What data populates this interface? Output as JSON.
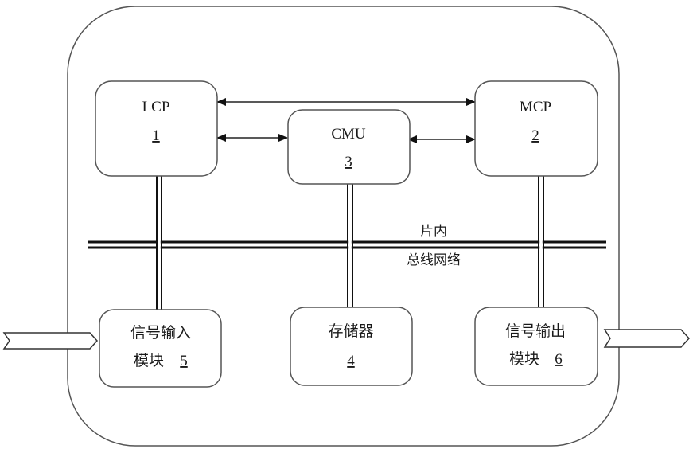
{
  "diagram": {
    "title": "Chip architecture block diagram",
    "nodes": {
      "lcp": {
        "label": "LCP",
        "number": "1"
      },
      "mcp": {
        "label": "MCP",
        "number": "2"
      },
      "cmu": {
        "label": "CMU",
        "number": "3"
      },
      "memory": {
        "label": "存储器",
        "number": "4"
      },
      "signal_in": {
        "line1": "信号输入",
        "line2": "模块",
        "number": "5"
      },
      "signal_out": {
        "line1": "信号输出",
        "line2": "模块",
        "number": "6"
      }
    },
    "bus": {
      "label_line1": "片内",
      "label_line2": "总线网络"
    },
    "connections": [
      {
        "from": "lcp",
        "to": "mcp",
        "type": "bidirectional-arrow"
      },
      {
        "from": "lcp",
        "to": "cmu",
        "type": "bidirectional-arrow"
      },
      {
        "from": "cmu",
        "to": "mcp",
        "type": "bidirectional-arrow"
      },
      {
        "from": "lcp",
        "to": "bus",
        "type": "double-line"
      },
      {
        "from": "cmu",
        "to": "bus",
        "type": "double-line"
      },
      {
        "from": "mcp",
        "to": "bus",
        "type": "double-line"
      },
      {
        "from": "signal_in",
        "to": "bus",
        "type": "double-line"
      },
      {
        "from": "memory",
        "to": "bus",
        "type": "double-line"
      },
      {
        "from": "signal_out",
        "to": "bus",
        "type": "double-line"
      },
      {
        "from": "external",
        "to": "signal_in",
        "type": "input-arrow"
      },
      {
        "from": "signal_out",
        "to": "external",
        "type": "output-arrow"
      }
    ]
  }
}
